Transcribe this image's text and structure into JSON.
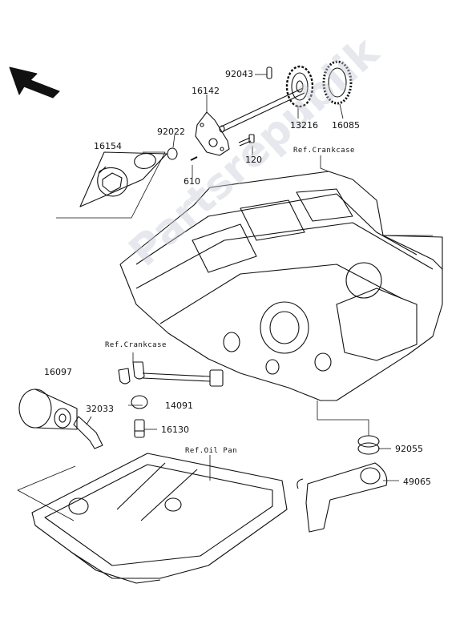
{
  "diagram": {
    "part_numbers": {
      "p92043": "92043",
      "p16142": "16142",
      "p92022": "92022",
      "p16154": "16154",
      "p13216": "13216",
      "p16085": "16085",
      "p120": "120",
      "p610": "610",
      "p16097": "16097",
      "p32033": "32033",
      "p14091": "14091",
      "p16130": "16130",
      "p92055": "92055",
      "p49065": "49065"
    },
    "references": {
      "crankcase_top": "Ref.Crankcase",
      "crankcase_left": "Ref.Crankcase",
      "oil_pan": "Ref.Oil Pan"
    },
    "watermark": "Partsrepublik"
  }
}
